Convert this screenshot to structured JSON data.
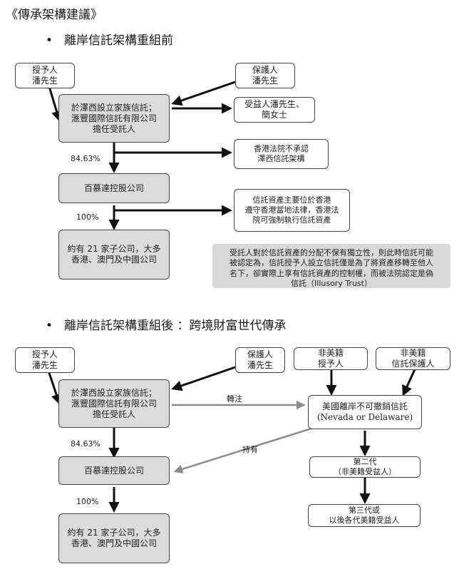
{
  "title": "《傳承架構建議》",
  "before": {
    "heading": "離岸信託架構重組前",
    "settlor": "授予人\n潘先生",
    "protector": "保護人\n潘先生",
    "trust": "於澤西設立家族信託；\n滙豐國際信託有限公司\n擔任受託人",
    "beneficiary": "受益人潘先生、\n簡女士",
    "hk_court": "香港法院不承認\n澤西信託架構",
    "pct1": "84.63%",
    "holding": "百慕達控股公司",
    "assets": "信託資產主要位於香港\n遵守香港當地法律，香港法\n院可強制執行信託資產",
    "pct2": "100%",
    "subs": "約有 21 家子公司，大多\n香港、澳門及中國公司",
    "note": "受託人對於信託資產的分配不保有獨立性，則此時信託可能\n被認定為，信託授予人設立信託僅是為了將資產移轉至他人\n名下，卻實際上享有信託資產的控制權，而被法院認定是偽\n信託（Illusory Trust）"
  },
  "after": {
    "heading": "離岸信託架構重組後 ：跨境財富世代傳承",
    "settlor": "授予人\n潘先生",
    "protector": "保護人\n潘先生",
    "non_us_settlor": "非美籍\n授予人",
    "non_us_protector": "非美籍\n信託保護人",
    "trust": "於澤西設立家族信託；\n滙豐國際信託有限公司\n擔任受託人",
    "us_trust": "美國離岸不可撤銷信託\n(Nevada or Delaware)",
    "transfer_label": "轉注",
    "hold_label": "持有",
    "pct1": "84.63%",
    "holding": "百慕達控股公司",
    "second_gen": "第二代\n（非美籍受益人）",
    "pct2": "100%",
    "third_gen": "第三代或\n以後各代美籍受益人",
    "subs": "約有 21 家子公司，大多\n香港、澳門及中國公司"
  },
  "colors": {
    "box_fill": "#dcdcdc",
    "note_fill": "#d9d9d9",
    "arrow": "#111111",
    "gray_arrow": "#8c8c8c"
  }
}
